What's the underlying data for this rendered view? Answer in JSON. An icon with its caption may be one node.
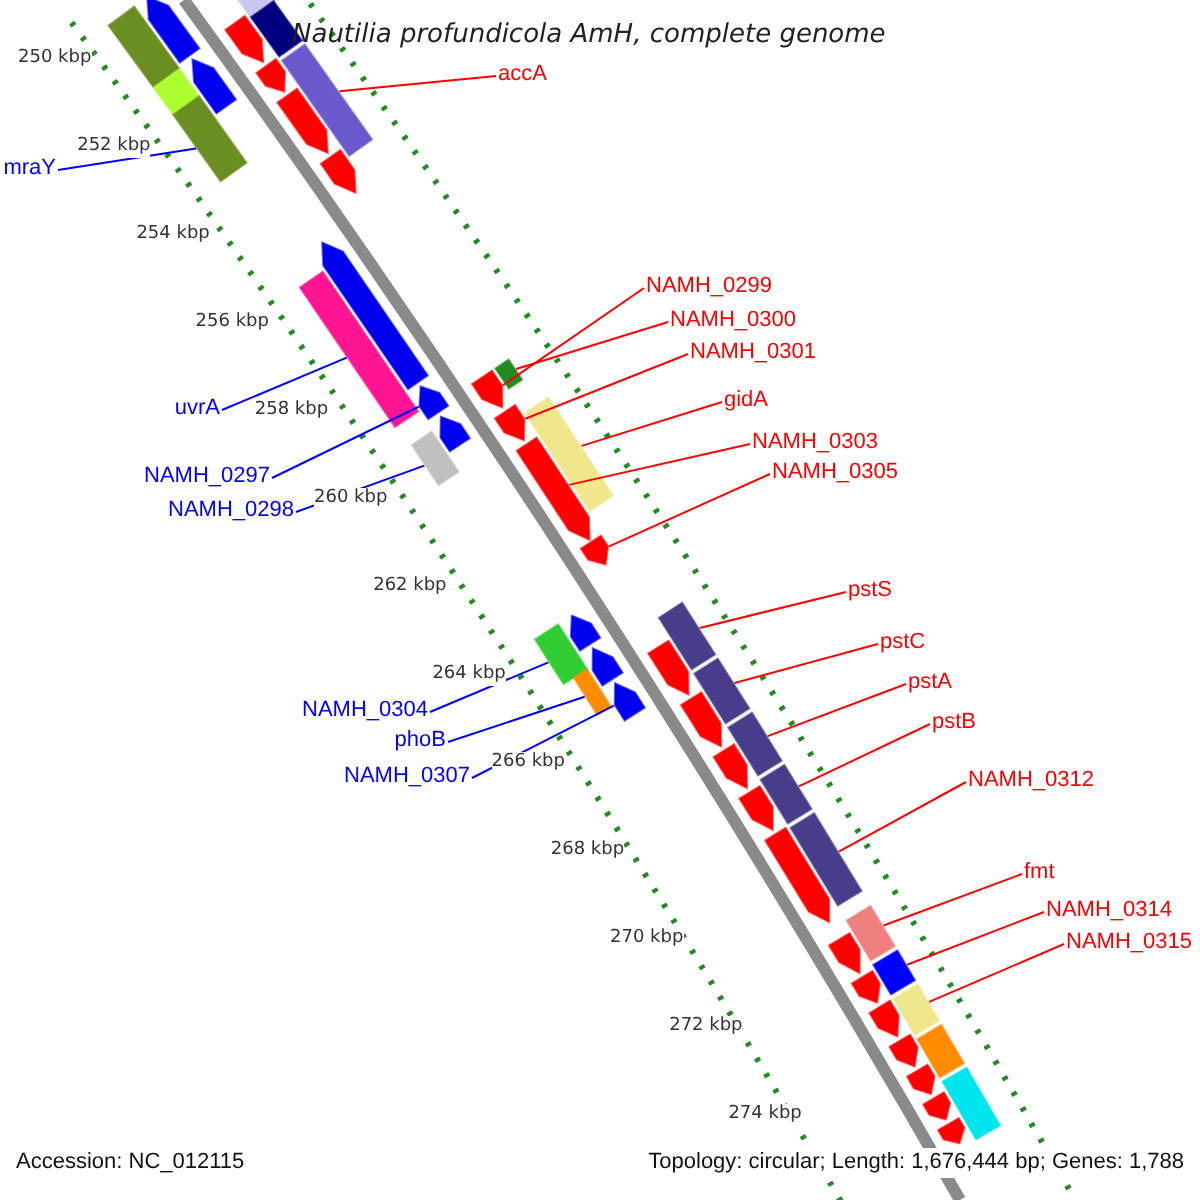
{
  "diagram": {
    "title": "Nautilia profundicola AmH, complete genome",
    "nodes": [
      {
        "text": [
          "accA"
        ]
      },
      {
        "text": [
          "mraY"
        ]
      },
      {
        "text": [
          "NAMH_0299"
        ]
      },
      {
        "text": [
          "NAMH_0300"
        ]
      },
      {
        "text": [
          "NAMH_0301"
        ]
      },
      {
        "text": [
          "gidA"
        ]
      },
      {
        "text": [
          "uvrA"
        ]
      },
      {
        "text": [
          "NAMH_0303"
        ]
      },
      {
        "text": [
          "NAMH_0305"
        ]
      },
      {
        "text": [
          "NAMH_0297"
        ]
      },
      {
        "text": [
          "NAMH_0298"
        ]
      },
      {
        "text": [
          "pstS"
        ]
      },
      {
        "text": [
          "pstC"
        ]
      },
      {
        "text": [
          "pstA"
        ]
      },
      {
        "text": [
          "NAMH_0304"
        ]
      },
      {
        "text": [
          "pstB"
        ]
      },
      {
        "text": [
          "phoB"
        ]
      },
      {
        "text": [
          "NAMH_0307"
        ]
      },
      {
        "text": [
          "NAMH_0312"
        ]
      },
      {
        "text": [
          "fmt"
        ]
      },
      {
        "text": [
          "NAMH_0314"
        ]
      },
      {
        "text": [
          "NAMH_0315"
        ]
      },
      {
        "text": [],
        "shape": "arrow"
      },
      {
        "text": [],
        "shape": "arrow"
      },
      {
        "text": [],
        "shape": "box"
      },
      {
        "text": [],
        "shape": "box"
      },
      {
        "text": [],
        "shape": "box"
      },
      {
        "text": [],
        "shape": "arrow"
      },
      {
        "text": [],
        "shape": "arrow"
      },
      {
        "text": [],
        "shape": "arrow"
      },
      {
        "text": [],
        "shape": "box"
      },
      {
        "text": [],
        "shape": "box"
      },
      {
        "text": [],
        "shape": "arrow"
      },
      {
        "text": [],
        "shape": "arrow"
      },
      {
        "text": [],
        "shape": "arrow"
      },
      {
        "text": [],
        "shape": "box"
      },
      {
        "text": [],
        "shape": "box"
      },
      {
        "text": [],
        "shape": "arrow"
      },
      {
        "text": [],
        "shape": "arrow"
      },
      {
        "text": [],
        "shape": "arrow"
      },
      {
        "text": [],
        "shape": "arrow"
      },
      {
        "text": [],
        "shape": "box"
      },
      {
        "text": [],
        "shape": "box"
      },
      {
        "text": [],
        "shape": "box"
      },
      {
        "text": [],
        "shape": "arrow"
      },
      {
        "text": [],
        "shape": "arrow"
      },
      {
        "text": [],
        "shape": "arrow"
      },
      {
        "text": [],
        "shape": "arrow"
      },
      {
        "text": [],
        "shape": "box"
      },
      {
        "text": [],
        "shape": "box"
      },
      {
        "text": [],
        "shape": "arrow"
      },
      {
        "text": [],
        "shape": "arrow"
      },
      {
        "text": [],
        "shape": "arrow"
      },
      {
        "text": [],
        "shape": "arrow"
      },
      {
        "text": [],
        "shape": "arrow"
      },
      {
        "text": [],
        "shape": "box"
      },
      {
        "text": [],
        "shape": "box"
      },
      {
        "text": [],
        "shape": "box"
      },
      {
        "text": [],
        "shape": "box"
      },
      {
        "text": [],
        "shape": "box"
      },
      {
        "text": [],
        "shape": "arrow"
      },
      {
        "text": [],
        "shape": "arrow"
      },
      {
        "text": [],
        "shape": "arrow"
      },
      {
        "text": [],
        "shape": "arrow"
      },
      {
        "text": [],
        "shape": "arrow"
      },
      {
        "text": [],
        "shape": "arrow"
      },
      {
        "text": [],
        "shape": "arrow"
      },
      {
        "text": [],
        "shape": "box"
      },
      {
        "text": [],
        "shape": "box"
      },
      {
        "text": [],
        "shape": "box"
      },
      {
        "text": [],
        "shape": "box"
      },
      {
        "text": [],
        "shape": "box"
      }
    ],
    "edges": [
      {
        "from": 0,
        "to": 43,
        "arrow": "none"
      },
      {
        "from": 1,
        "to": 26,
        "arrow": "none",
        "color": "#0000ff"
      },
      {
        "from": 2,
        "to": 44,
        "arrow": "none"
      },
      {
        "from": 3,
        "to": 48,
        "arrow": "none"
      },
      {
        "from": 4,
        "to": 45,
        "arrow": "none"
      },
      {
        "from": 5,
        "to": 49,
        "arrow": "none"
      },
      {
        "from": 6,
        "to": 30,
        "arrow": "none",
        "color": "#0000ff"
      },
      {
        "from": 7,
        "to": 46,
        "arrow": "none"
      },
      {
        "from": 8,
        "to": 47,
        "arrow": "none"
      },
      {
        "from": 9,
        "to": 28,
        "arrow": "none",
        "color": "#0000ff"
      },
      {
        "from": 10,
        "to": 31,
        "arrow": "none",
        "color": "#0000ff"
      },
      {
        "from": 11,
        "to": 55,
        "arrow": "none"
      },
      {
        "from": 12,
        "to": 56,
        "arrow": "none"
      },
      {
        "from": 13,
        "to": 57,
        "arrow": "none"
      },
      {
        "from": 14,
        "to": 35,
        "arrow": "none",
        "color": "#0000ff"
      },
      {
        "from": 15,
        "to": 58,
        "arrow": "none"
      },
      {
        "from": 16,
        "to": 36,
        "arrow": "none",
        "color": "#0000ff"
      },
      {
        "from": 17,
        "to": 34,
        "arrow": "none",
        "color": "#0000ff"
      },
      {
        "from": 18,
        "to": 59,
        "arrow": "none"
      },
      {
        "from": 19,
        "to": 67,
        "arrow": "none"
      },
      {
        "from": 20,
        "to": 68,
        "arrow": "none"
      },
      {
        "from": 21,
        "to": 69,
        "arrow": "none"
      }
    ],
    "labels": [
      "250 kbp",
      "252 kbp",
      "254 kbp",
      "256 kbp",
      "258 kbp",
      "260 kbp",
      "262 kbp",
      "264 kbp",
      "266 kbp",
      "268 kbp",
      "270 kbp",
      "272 kbp",
      "274 kbp",
      "Accession: NC_012115",
      "Topology: circular; Length: 1,676,444 bp; Genes: 1,788"
    ]
  }
}
